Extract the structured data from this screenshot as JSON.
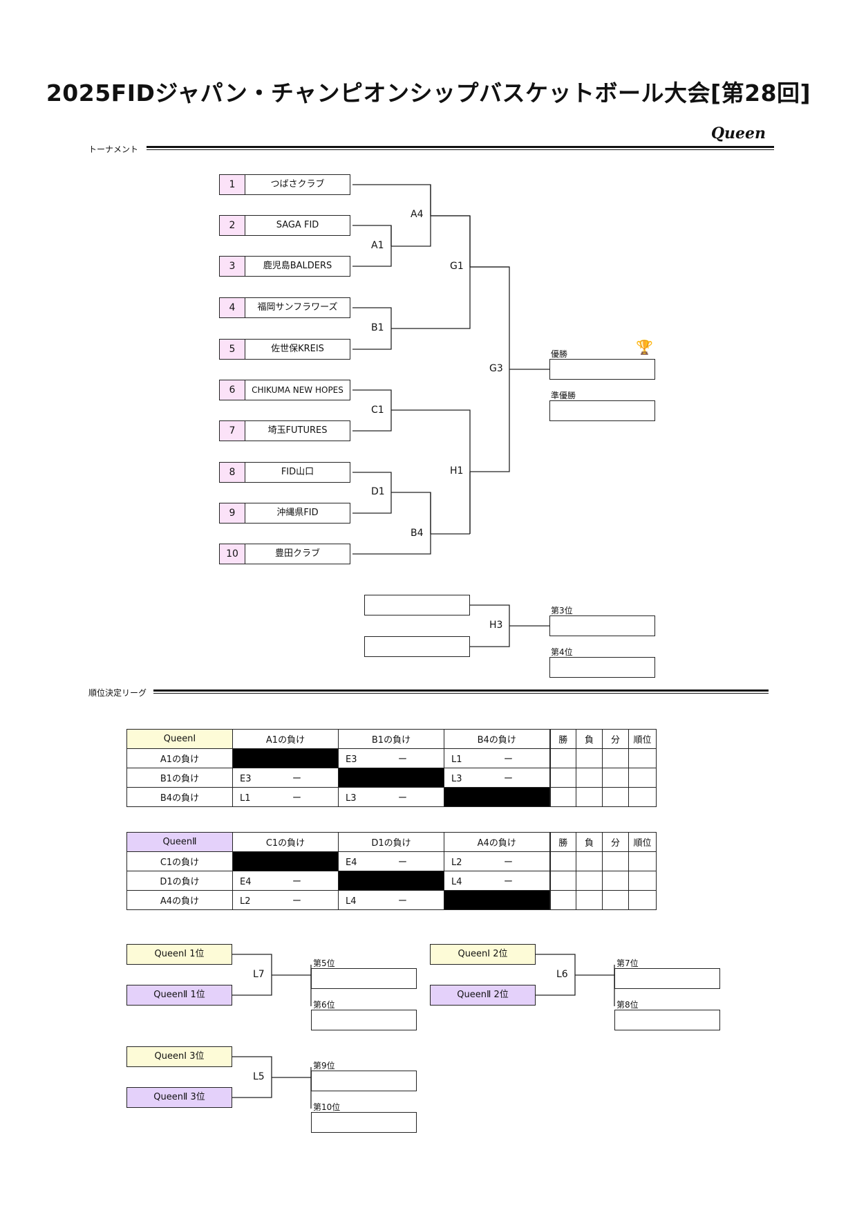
{
  "title": "2025FIDジャパン・チャンピオンシップバスケットボール大会[第28回]",
  "category": "Queen",
  "sections": {
    "tournament": "トーナメント",
    "league": "順位決定リーグ"
  },
  "teams": [
    {
      "num": "1",
      "name": "つばさクラブ"
    },
    {
      "num": "2",
      "name": "SAGA FID"
    },
    {
      "num": "3",
      "name": "鹿児島BALDERS"
    },
    {
      "num": "4",
      "name": "福岡サンフラワーズ"
    },
    {
      "num": "5",
      "name": "佐世保KREIS"
    },
    {
      "num": "6",
      "name": "CHIKUMA NEW HOPES"
    },
    {
      "num": "7",
      "name": "埼玉FUTURES"
    },
    {
      "num": "8",
      "name": "FID山口"
    },
    {
      "num": "9",
      "name": "沖縄県FID"
    },
    {
      "num": "10",
      "name": "豊田クラブ"
    }
  ],
  "matches": {
    "a1": "A1",
    "a4": "A4",
    "b1": "B1",
    "b4": "B4",
    "c1": "C1",
    "d1": "D1",
    "g1": "G1",
    "h1": "H1",
    "g3": "G3",
    "h3": "H3"
  },
  "results": {
    "winner": "優勝",
    "runner_up": "準優勝",
    "third": "第3位",
    "fourth": "第4位"
  },
  "league1": {
    "name": "QueenⅠ",
    "cols": [
      "A1の負け",
      "B1の負け",
      "B4の負け"
    ],
    "stats": [
      "勝",
      "負",
      "分",
      "順位"
    ],
    "rows": [
      {
        "name": "A1の負け",
        "cells": [
          null,
          {
            "m": "E3",
            "s": "ー"
          },
          {
            "m": "L1",
            "s": "ー"
          }
        ]
      },
      {
        "name": "B1の負け",
        "cells": [
          {
            "m": "E3",
            "s": "ー"
          },
          null,
          {
            "m": "L3",
            "s": "ー"
          }
        ]
      },
      {
        "name": "B4の負け",
        "cells": [
          {
            "m": "L1",
            "s": "ー"
          },
          {
            "m": "L3",
            "s": "ー"
          },
          null
        ]
      }
    ]
  },
  "league2": {
    "name": "QueenⅡ",
    "cols": [
      "C1の負け",
      "D1の負け",
      "A4の負け"
    ],
    "stats": [
      "勝",
      "負",
      "分",
      "順位"
    ],
    "rows": [
      {
        "name": "C1の負け",
        "cells": [
          null,
          {
            "m": "E4",
            "s": "ー"
          },
          {
            "m": "L2",
            "s": "ー"
          }
        ]
      },
      {
        "name": "D1の負け",
        "cells": [
          {
            "m": "E4",
            "s": "ー"
          },
          null,
          {
            "m": "L4",
            "s": "ー"
          }
        ]
      },
      {
        "name": "A4の負け",
        "cells": [
          {
            "m": "L2",
            "s": "ー"
          },
          {
            "m": "L4",
            "s": "ー"
          },
          null
        ]
      }
    ]
  },
  "placement": [
    {
      "top": "QueenⅠ 1位",
      "bottom": "QueenⅡ 1位",
      "match": "L7",
      "upper": "第5位",
      "lower": "第6位"
    },
    {
      "top": "QueenⅠ 2位",
      "bottom": "QueenⅡ 2位",
      "match": "L6",
      "upper": "第7位",
      "lower": "第8位"
    },
    {
      "top": "QueenⅠ 3位",
      "bottom": "QueenⅡ 3位",
      "match": "L5",
      "upper": "第9位",
      "lower": "第10位"
    }
  ]
}
